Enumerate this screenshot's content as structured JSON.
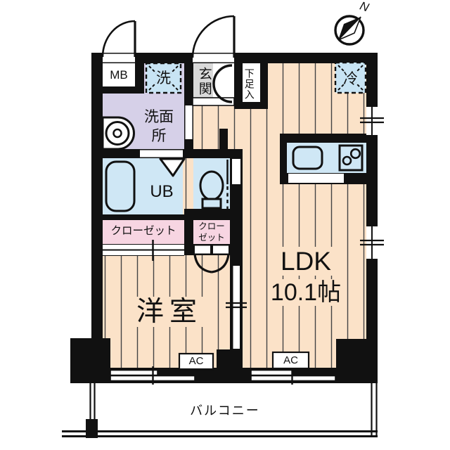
{
  "compass": {
    "north_label": "N"
  },
  "labels": {
    "meter_box": "MB",
    "washer": "洗",
    "entrance": "玄関",
    "shoe_cabinet": "下足入",
    "refrigerator": "冷",
    "washroom": "洗面所",
    "unit_bath": "UB",
    "closet_main": "クローゼット",
    "closet_small": "クローゼット",
    "ldk_name": "LDK",
    "ldk_size": "10.1帖",
    "western_room": "洋室",
    "ac_west": "AC",
    "ac_ldk": "AC",
    "balcony": "バルコニー"
  },
  "colors": {
    "wall": "#111111",
    "flooring": "#fbe2c8",
    "flooring_line": "#444444",
    "wet_area_blue": "#cfe7f5",
    "washroom_lavender": "#d6d0e8",
    "closet_pink": "#f7d5e2",
    "entrance_gray": "#d9d9d9",
    "appliance_blue": "#c8e4f4"
  }
}
